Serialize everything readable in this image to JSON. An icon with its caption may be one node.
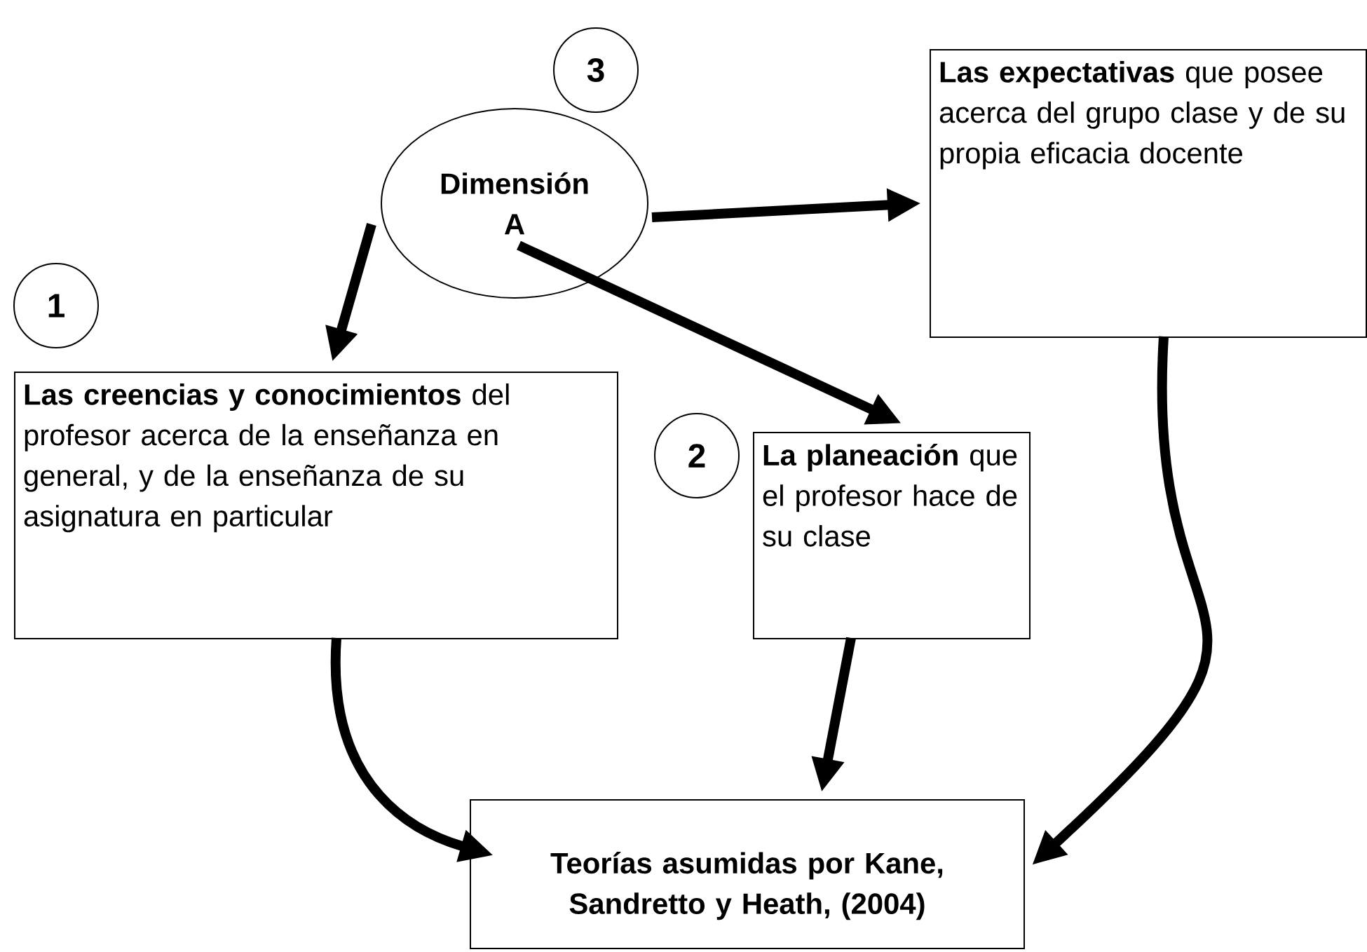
{
  "diagram": {
    "nodes": [
      {
        "text": [
          "Dimensión A"
        ]
      },
      {
        "text": [
          "1"
        ]
      },
      {
        "text": [
          "**Las creencias y conocimientos** del profesor acerca de la enseñanza en general, y de la enseñanza de su asignatura en particular"
        ]
      },
      {
        "text": [
          "2"
        ]
      },
      {
        "text": [
          "**La planeación** que el profesor hace de su clase"
        ]
      },
      {
        "text": [
          "3"
        ]
      },
      {
        "text": [
          "**Las expectativas** que posee acerca del grupo clase y de su propia eficacia docente"
        ]
      },
      {
        "text": [
          "Teorías asumidas por Kane, Sandretto y Heath, (2004)"
        ]
      }
    ],
    "edges": [
      {
        "from": 0,
        "to": 2,
        "arrow": "to"
      },
      {
        "from": 0,
        "to": 4,
        "arrow": "to"
      },
      {
        "from": 0,
        "to": 6,
        "arrow": "to"
      },
      {
        "from": 2,
        "to": 7,
        "arrow": "to"
      },
      {
        "from": 4,
        "to": 7,
        "arrow": "to"
      },
      {
        "from": 6,
        "to": 7,
        "arrow": "to"
      }
    ]
  }
}
